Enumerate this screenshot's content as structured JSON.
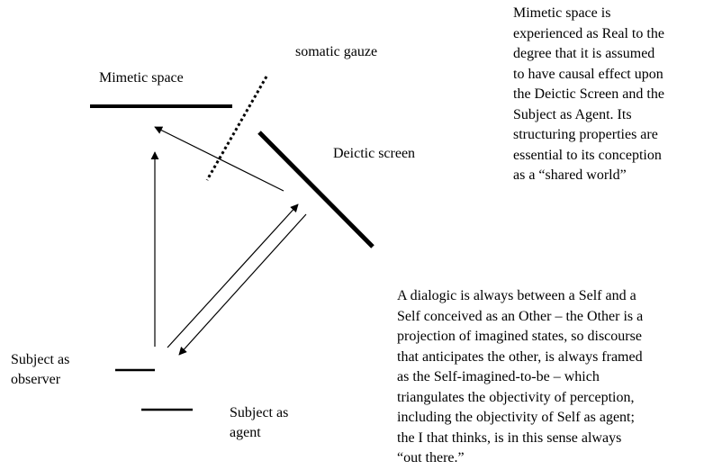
{
  "labels": {
    "mimetic_space": "Mimetic space",
    "somatic_gauze": "somatic gauze",
    "deictic_screen": "Deictic screen",
    "subject_observer": [
      "Subject as",
      "observer"
    ],
    "subject_agent": [
      "Subject as",
      "agent"
    ]
  },
  "note_top": [
    "Mimetic space is",
    "experienced as Real to the",
    "degree that it is assumed",
    "to have causal effect upon",
    "the Deictic Screen and the",
    "Subject as Agent. Its",
    "structuring properties are",
    "essential to its conception",
    "as a “shared world”"
  ],
  "note_bottom": [
    "A dialogic is always between a Self and a",
    "Self conceived as an Other – the Other is a",
    "projection of imagined states, so discourse",
    "that anticipates the other, is always framed",
    "as the Self-imagined-to-be – which",
    "triangulates the objectivity of perception,",
    "including the objectivity of Self as agent;",
    "the I that thinks, is in this sense always",
    "“out there.”"
  ],
  "colors": {
    "ink": "#000000",
    "background": "#ffffff"
  }
}
